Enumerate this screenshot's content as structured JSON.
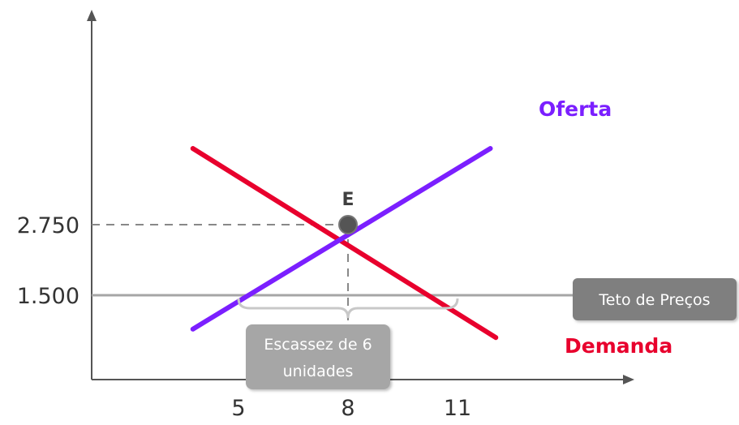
{
  "chart_data": {
    "type": "line",
    "title": "",
    "xlabel": "",
    "ylabel": "",
    "x_ticks": [
      "5",
      "8",
      "11"
    ],
    "y_ticks": [
      "2.750",
      "1.500"
    ],
    "series": [
      {
        "name": "Oferta",
        "color": "#7b1fff",
        "points": [
          [
            3.75,
            0.9
          ],
          [
            11.9,
            4.1
          ]
        ]
      },
      {
        "name": "Demanda",
        "color": "#e8002d",
        "points": [
          [
            3.75,
            4.1
          ],
          [
            12.05,
            0.75
          ]
        ]
      }
    ],
    "equilibrium": {
      "label": "E",
      "x": 8,
      "y": 2.75,
      "color": "#555555"
    },
    "price_ceiling": {
      "label": "Teto de Preços",
      "y": 1.5,
      "color": "#a6a6a6"
    },
    "shortage": {
      "label_line1": "Escassez de 6",
      "label_line2": "unidades",
      "x_from": 5,
      "x_to": 11
    },
    "label_colors": {
      "Oferta": "#7b1fff",
      "Demanda": "#e8002d"
    }
  }
}
